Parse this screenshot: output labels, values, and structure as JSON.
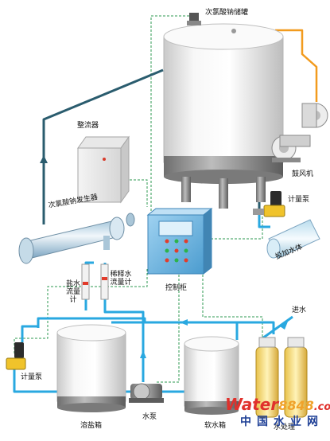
{
  "labels": {
    "storage_tank": "次氯酸钠储罐",
    "rectifier": "整流器",
    "generator": "次氯酸钠发生器",
    "blower": "鼓风机",
    "metering_pump_right": "计量泵",
    "dosing_water": "投加水体",
    "control_cabinet": "控制柜",
    "brine_flowmeter": "盐水流量计",
    "dilution_flowmeter": "稀释水流量计",
    "metering_pump_left": "计量泵",
    "salt_tank": "溶盐箱",
    "water_pump": "水泵",
    "soft_water_tank": "软水箱",
    "water_inlet": "进水",
    "softener": "水处理"
  },
  "watermark": {
    "brand": "Water",
    "number": "8848",
    "suffix": ".com",
    "cn": "中国水业网"
  },
  "colors": {
    "brine_pipe": "#2a5c6e",
    "water_pipe": "#29a8e0",
    "air_pipe": "#f29b1e",
    "control_line": "#2e9a52",
    "tank_body": "#eeeeee",
    "steel": "#8a8a8a"
  }
}
